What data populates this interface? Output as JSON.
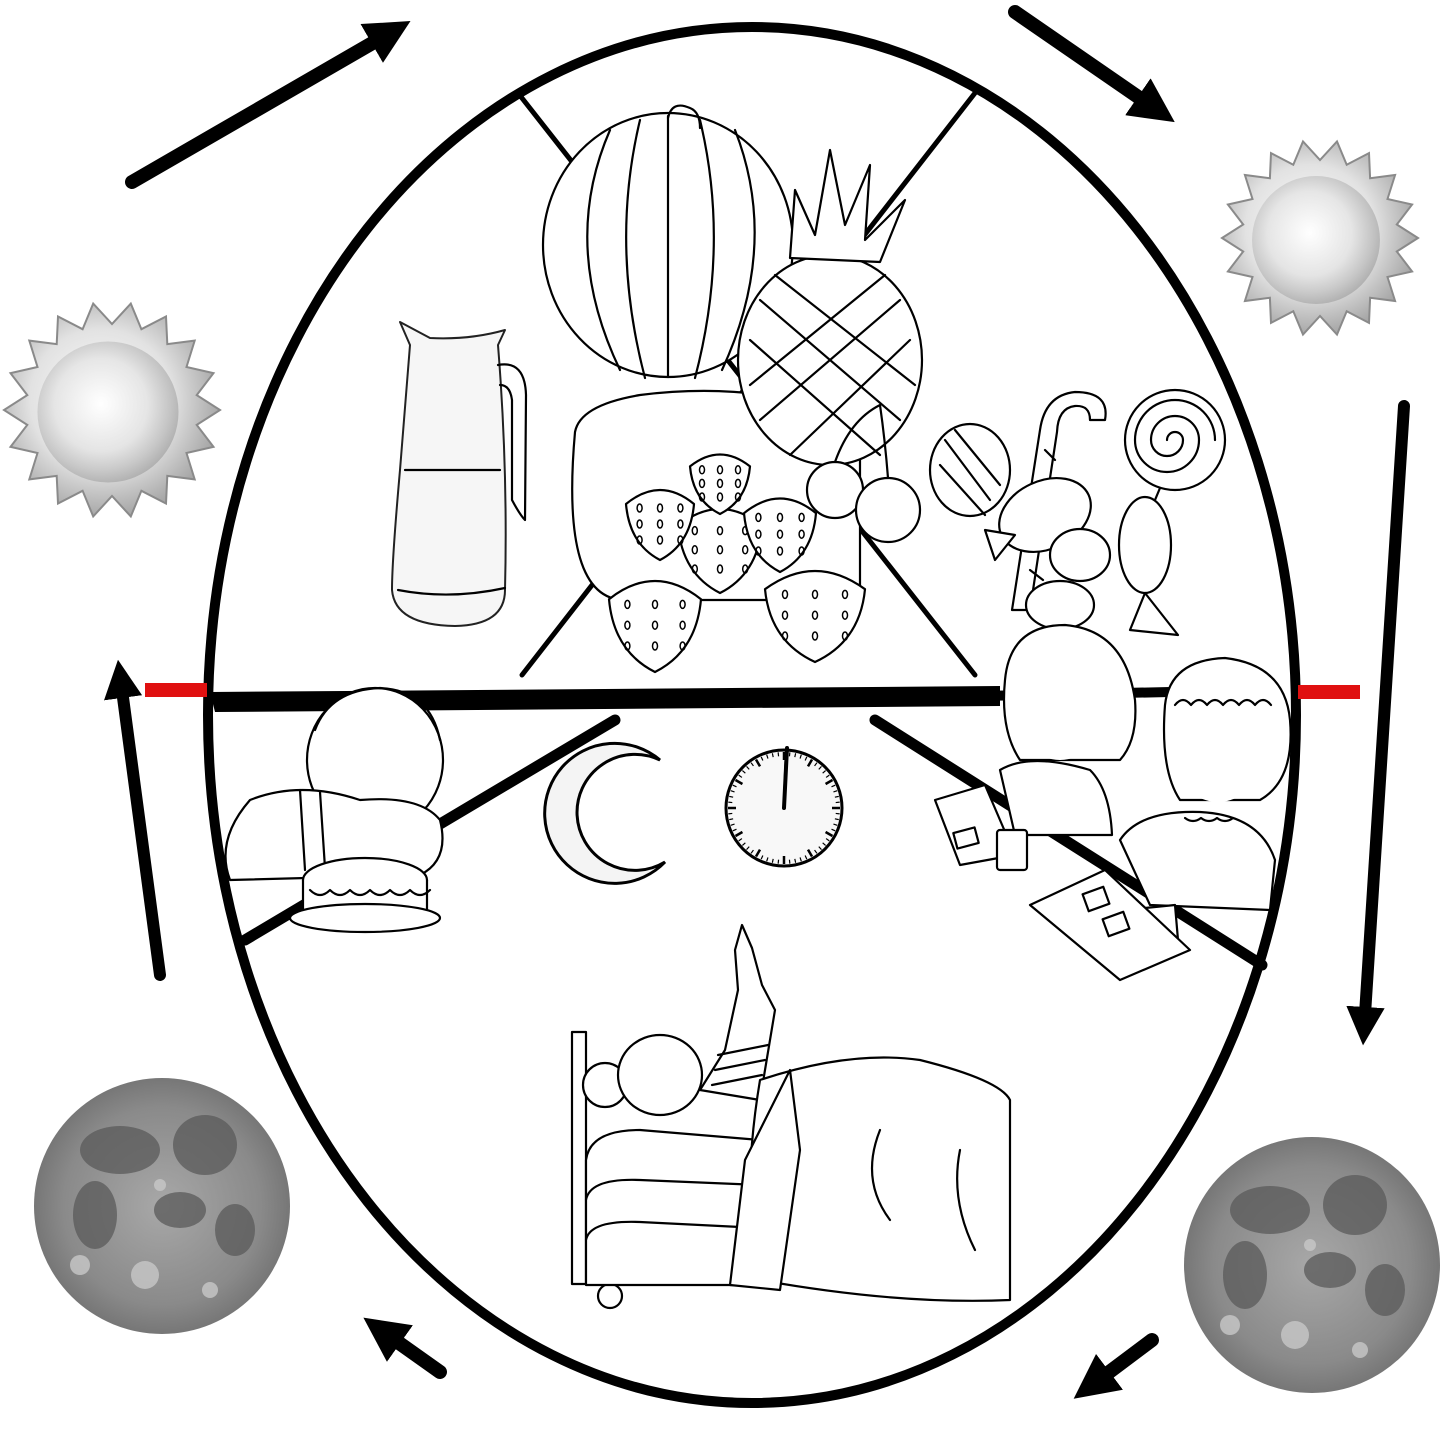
{
  "diagram": {
    "type": "daily-cycle-picture-diagram",
    "colors": {
      "line": "#000000",
      "noon_marker": "#e01010",
      "background": "#ffffff",
      "sun_fill": "#d8d8d8",
      "moon_fill": "#8c8c8c"
    },
    "icons": {
      "day": "sun-icon",
      "night": "full-moon-icon",
      "midnight": "crescent-moon-icon",
      "clock": "clock-icon"
    },
    "clock_reading": "12:00",
    "cycle_direction": "clockwise",
    "sectors": [
      "water-pitcher",
      "fruit-crossed-out",
      "sweets",
      "children-eating-at-table",
      "child-sleeping-in-bed",
      "child-eating-cake"
    ]
  }
}
